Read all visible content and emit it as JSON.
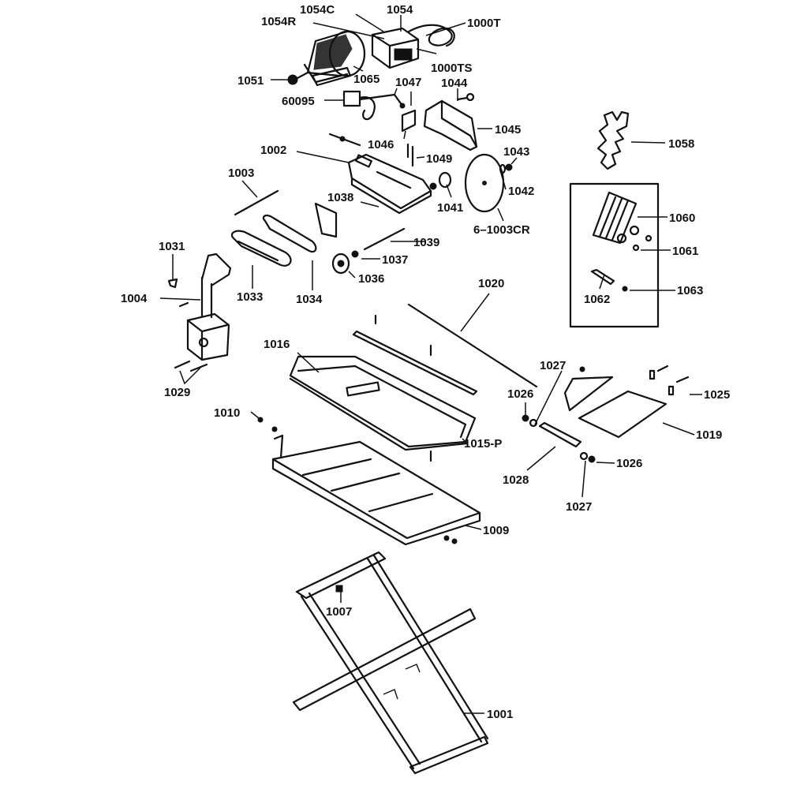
{
  "diagram": {
    "type": "exploded-parts-diagram",
    "subject": "tile saw assembly",
    "ink_color": "#111111",
    "background_color": "#ffffff",
    "labels": [
      {
        "id": "1054C",
        "text": "1054C"
      },
      {
        "id": "1054",
        "text": "1054"
      },
      {
        "id": "1054R",
        "text": "1054R"
      },
      {
        "id": "1000T",
        "text": "1000T"
      },
      {
        "id": "1000TS",
        "text": "1000TS"
      },
      {
        "id": "1065",
        "text": "1065"
      },
      {
        "id": "1051",
        "text": "1051"
      },
      {
        "id": "1047",
        "text": "1047"
      },
      {
        "id": "1044",
        "text": "1044"
      },
      {
        "id": "60095",
        "text": "60095"
      },
      {
        "id": "1045",
        "text": "1045"
      },
      {
        "id": "1046",
        "text": "1046"
      },
      {
        "id": "1043",
        "text": "1043"
      },
      {
        "id": "1058",
        "text": "1058"
      },
      {
        "id": "1002",
        "text": "1002"
      },
      {
        "id": "1049",
        "text": "1049"
      },
      {
        "id": "1003",
        "text": "1003"
      },
      {
        "id": "1042",
        "text": "1042"
      },
      {
        "id": "1038",
        "text": "1038"
      },
      {
        "id": "1041",
        "text": "1041"
      },
      {
        "id": "1060",
        "text": "1060"
      },
      {
        "id": "6-1003CR",
        "text": "6–1003CR"
      },
      {
        "id": "1039",
        "text": "1039"
      },
      {
        "id": "1061",
        "text": "1061"
      },
      {
        "id": "1031",
        "text": "1031"
      },
      {
        "id": "1037",
        "text": "1037"
      },
      {
        "id": "1036",
        "text": "1036"
      },
      {
        "id": "1020",
        "text": "1020"
      },
      {
        "id": "1004",
        "text": "1004"
      },
      {
        "id": "1033",
        "text": "1033"
      },
      {
        "id": "1034",
        "text": "1034"
      },
      {
        "id": "1063",
        "text": "1063"
      },
      {
        "id": "1062",
        "text": "1062"
      },
      {
        "id": "1016",
        "text": "1016"
      },
      {
        "id": "1027a",
        "text": "1027"
      },
      {
        "id": "1029",
        "text": "1029"
      },
      {
        "id": "1026a",
        "text": "1026"
      },
      {
        "id": "1025",
        "text": "1025"
      },
      {
        "id": "1010",
        "text": "1010"
      },
      {
        "id": "1015-P",
        "text": "1015-P"
      },
      {
        "id": "1019",
        "text": "1019"
      },
      {
        "id": "1026b",
        "text": "1026"
      },
      {
        "id": "1028",
        "text": "1028"
      },
      {
        "id": "1027b",
        "text": "1027"
      },
      {
        "id": "1009",
        "text": "1009"
      },
      {
        "id": "1007",
        "text": "1007"
      },
      {
        "id": "1001",
        "text": "1001"
      }
    ]
  }
}
